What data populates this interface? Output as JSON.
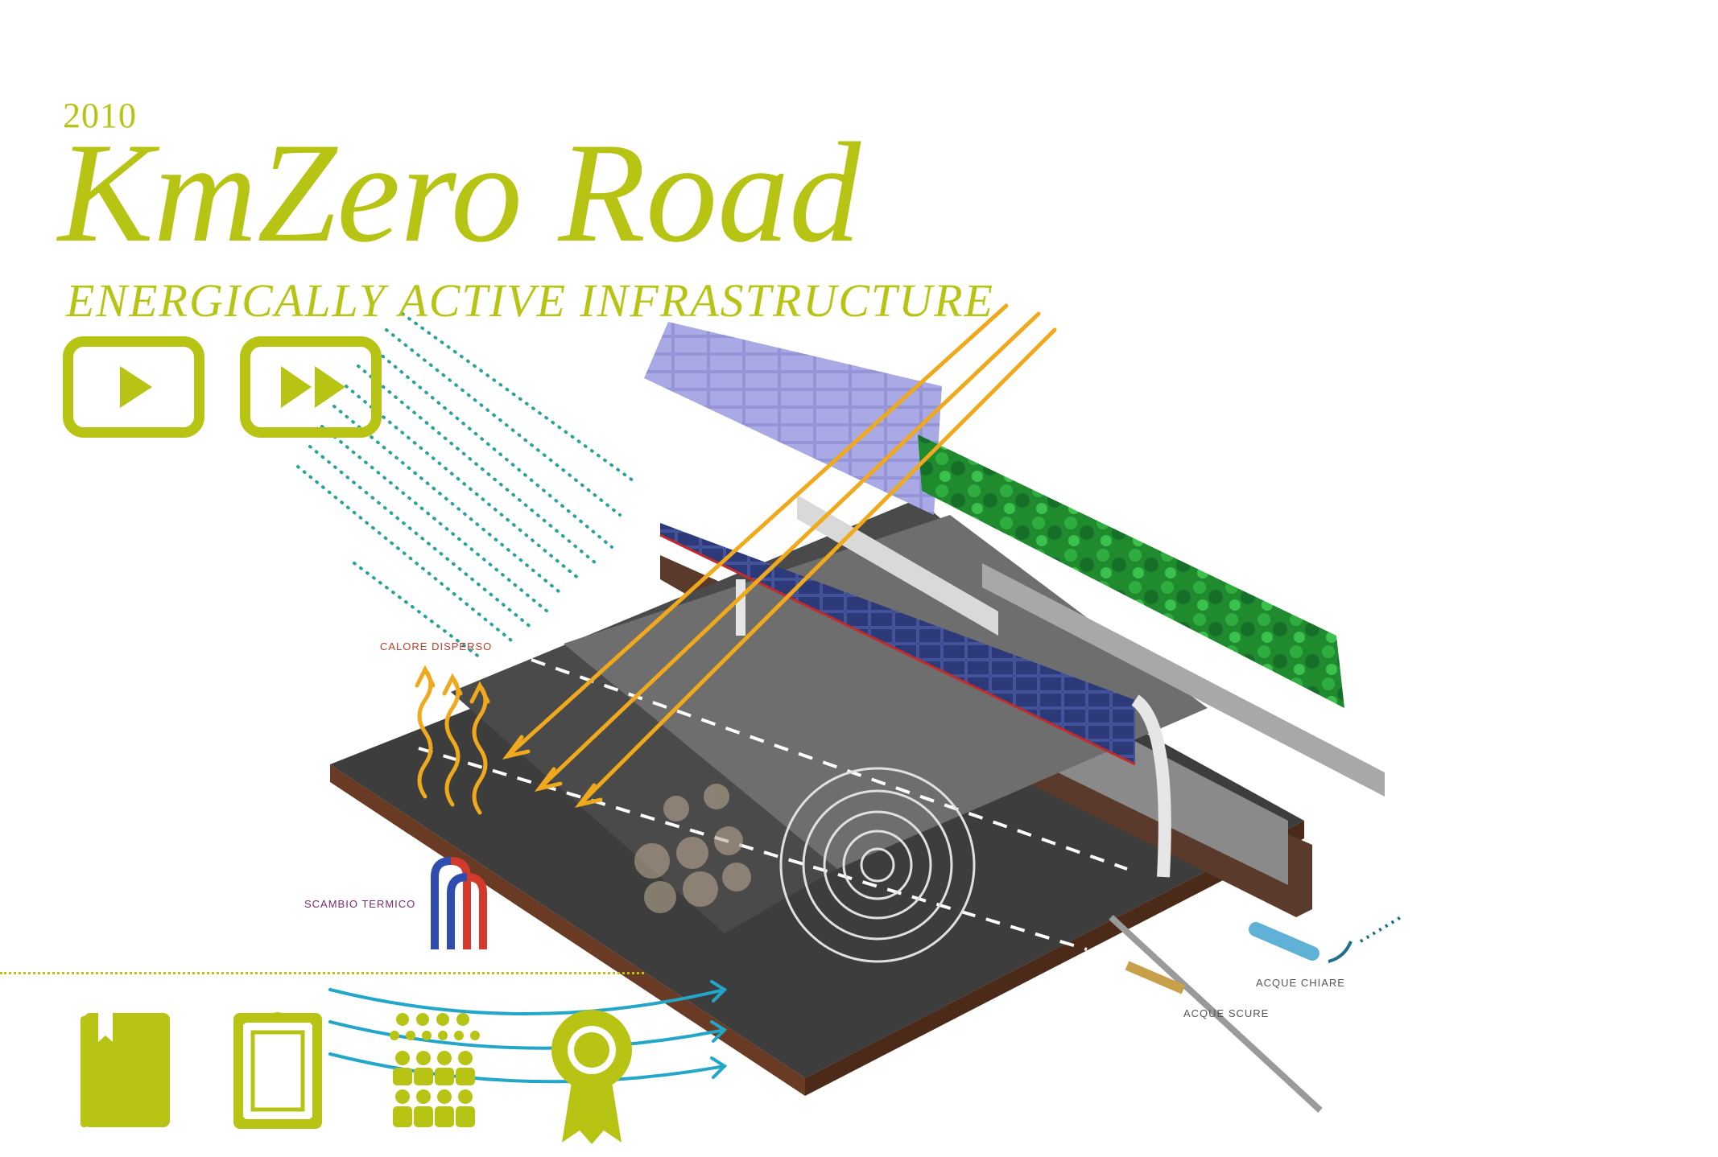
{
  "header": {
    "year": "2010",
    "title": "KmZero Road",
    "subtitle": "ENERGICALLY ACTIVE INFRASTRUCTURE"
  },
  "controls": {
    "play_icon": "play-icon",
    "fast_forward_icon": "fast-forward-icon"
  },
  "diagram": {
    "labels": {
      "heat_dispersed": "CALORE DISPERSO",
      "heat_exchange": "SCAMBIO TERMICO",
      "clear_water": "ACQUE CHIARE",
      "dark_water": "ACQUE SCURE"
    }
  },
  "bottom_icons": [
    "book-icon",
    "picture-frame-icon",
    "audience-icon",
    "award-ribbon-icon"
  ],
  "colors": {
    "accent": "#b7c414",
    "sun_rays": "#f0a91c",
    "wind_dots": "#2aa39a",
    "water_arrows": "#22a6c9",
    "hedge": "#1f8a2e",
    "solar_panel": "#2c3a7a"
  }
}
